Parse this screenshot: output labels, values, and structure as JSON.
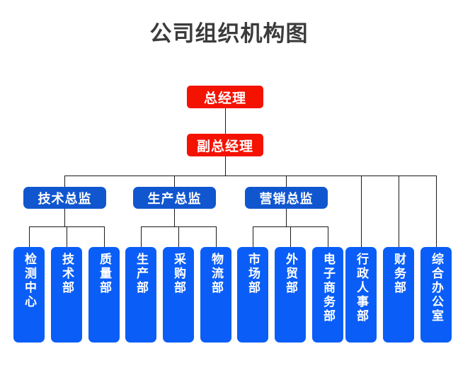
{
  "page": {
    "title": "公司组织机构图",
    "background_color": "#ffffff",
    "title_color": "#3b3b3b"
  },
  "colors": {
    "executive": "#f41200",
    "director": "#1056cf",
    "department": "#0a5ef7",
    "line": "#1a1a1a",
    "node_text": "#ffffff"
  },
  "org": {
    "executives": [
      {
        "label": "总经理",
        "level": 1
      },
      {
        "label": "副总经理",
        "level": 2
      }
    ],
    "directors": [
      {
        "label": "技术总监"
      },
      {
        "label": "生产总监"
      },
      {
        "label": "营销总监"
      }
    ],
    "departments": [
      {
        "label": "检测中心",
        "parent": "技术总监"
      },
      {
        "label": "技术部",
        "parent": "技术总监"
      },
      {
        "label": "质量部",
        "parent": "技术总监"
      },
      {
        "label": "生产部",
        "parent": "生产总监"
      },
      {
        "label": "采购部",
        "parent": "生产总监"
      },
      {
        "label": "物流部",
        "parent": "生产总监"
      },
      {
        "label": "市场部",
        "parent": "营销总监"
      },
      {
        "label": "外贸部",
        "parent": "营销总监"
      },
      {
        "label": "电子商务部",
        "parent": "营销总监"
      },
      {
        "label": "行政人事部",
        "parent": "副总经理"
      },
      {
        "label": "财务部",
        "parent": "副总经理"
      },
      {
        "label": "综合办公室",
        "parent": "副总经理"
      }
    ]
  }
}
